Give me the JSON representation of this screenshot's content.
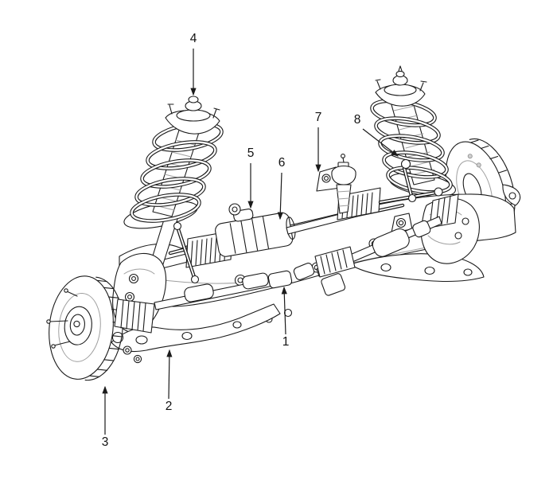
{
  "diagram": {
    "type": "technical-illustration",
    "subject": "front-suspension-assembly",
    "background_color": "#ffffff",
    "line_color": "#1b1b1b",
    "secondary_line_color": "#9f9f9f",
    "callouts": [
      {
        "label": "1"
      },
      {
        "label": "2"
      },
      {
        "label": "3"
      },
      {
        "label": "4"
      },
      {
        "label": "5"
      },
      {
        "label": "6"
      },
      {
        "label": "7"
      },
      {
        "label": "8"
      }
    ]
  }
}
